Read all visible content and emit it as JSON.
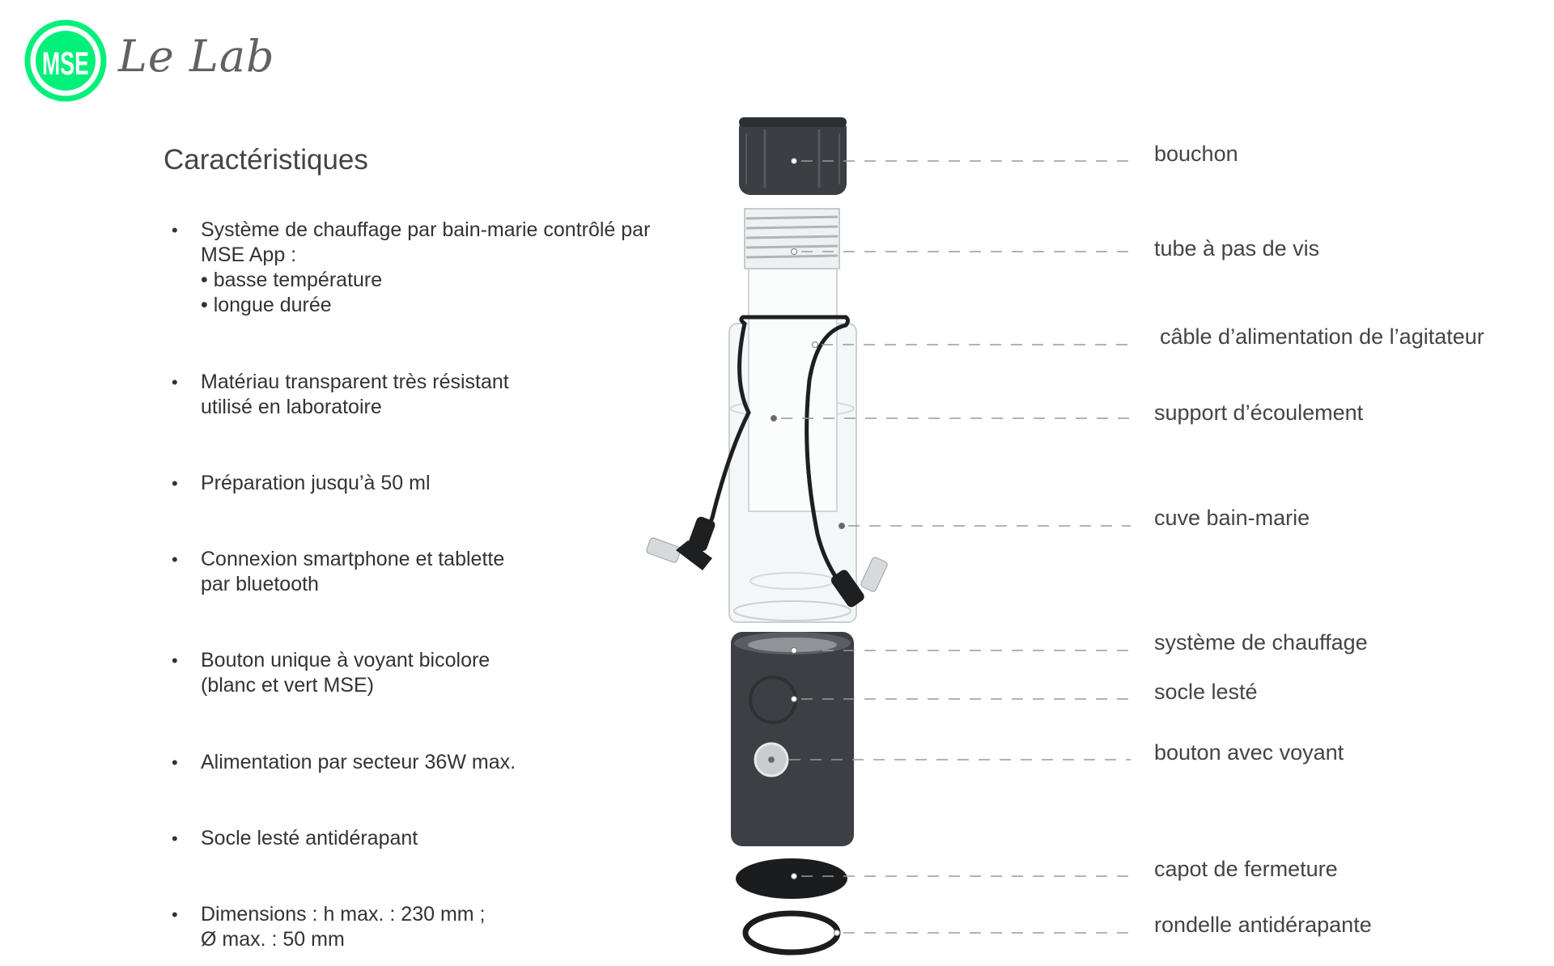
{
  "brand": {
    "logo_text": "MSE",
    "name": "Le Lab",
    "accent": "#00f07a"
  },
  "heading": "Caractéristiques",
  "features": [
    {
      "lines": [
        "Système de chauffage par bain-marie contrôlé par",
        "MSE App :",
        "• basse température",
        "• longue durée"
      ]
    },
    {
      "lines": [
        "Matériau transparent très résistant",
        "utilisé en laboratoire"
      ]
    },
    {
      "lines": [
        "Préparation jusqu’à 50 ml"
      ]
    },
    {
      "lines": [
        "Connexion smartphone et tablette",
        "par bluetooth"
      ]
    },
    {
      "lines": [
        "Bouton unique à voyant bicolore",
        "(blanc et vert MSE)"
      ]
    },
    {
      "lines": [
        "Alimentation par secteur 36W max."
      ]
    },
    {
      "lines": [
        "Socle lesté antidérapant"
      ]
    },
    {
      "lines": [
        "Dimensions : h max. : 230 mm ;",
        "Ø max. : 50 mm"
      ]
    }
  ],
  "parts": [
    "bouchon",
    "tube à pas de vis",
    "câble d’alimentation de l’agitateur",
    "support d’écoulement",
    "cuve bain-marie",
    "système de chauffage",
    "socle lesté",
    "bouton avec voyant",
    "capot de fermeture",
    "rondelle antidérapante"
  ]
}
